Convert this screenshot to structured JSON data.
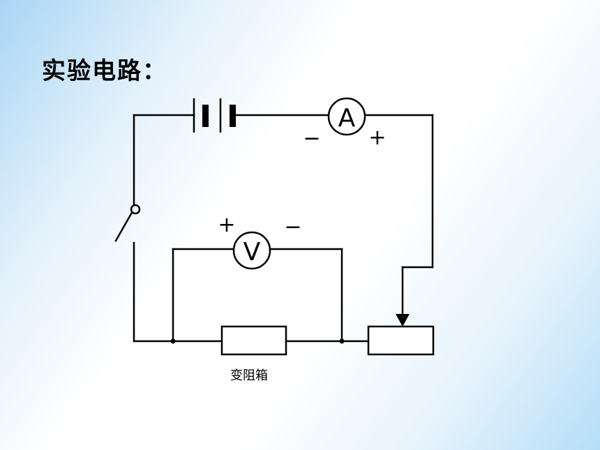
{
  "slide": {
    "title": "实验电路：",
    "caption": "变阻箱"
  },
  "circuit": {
    "ammeter_label": "A",
    "voltmeter_label": "V",
    "ammeter_minus": "−",
    "ammeter_plus": "+",
    "voltmeter_plus": "+",
    "voltmeter_minus": "−"
  },
  "colors": {
    "wire": "#000000",
    "background_edge": "#a9d6f5"
  }
}
